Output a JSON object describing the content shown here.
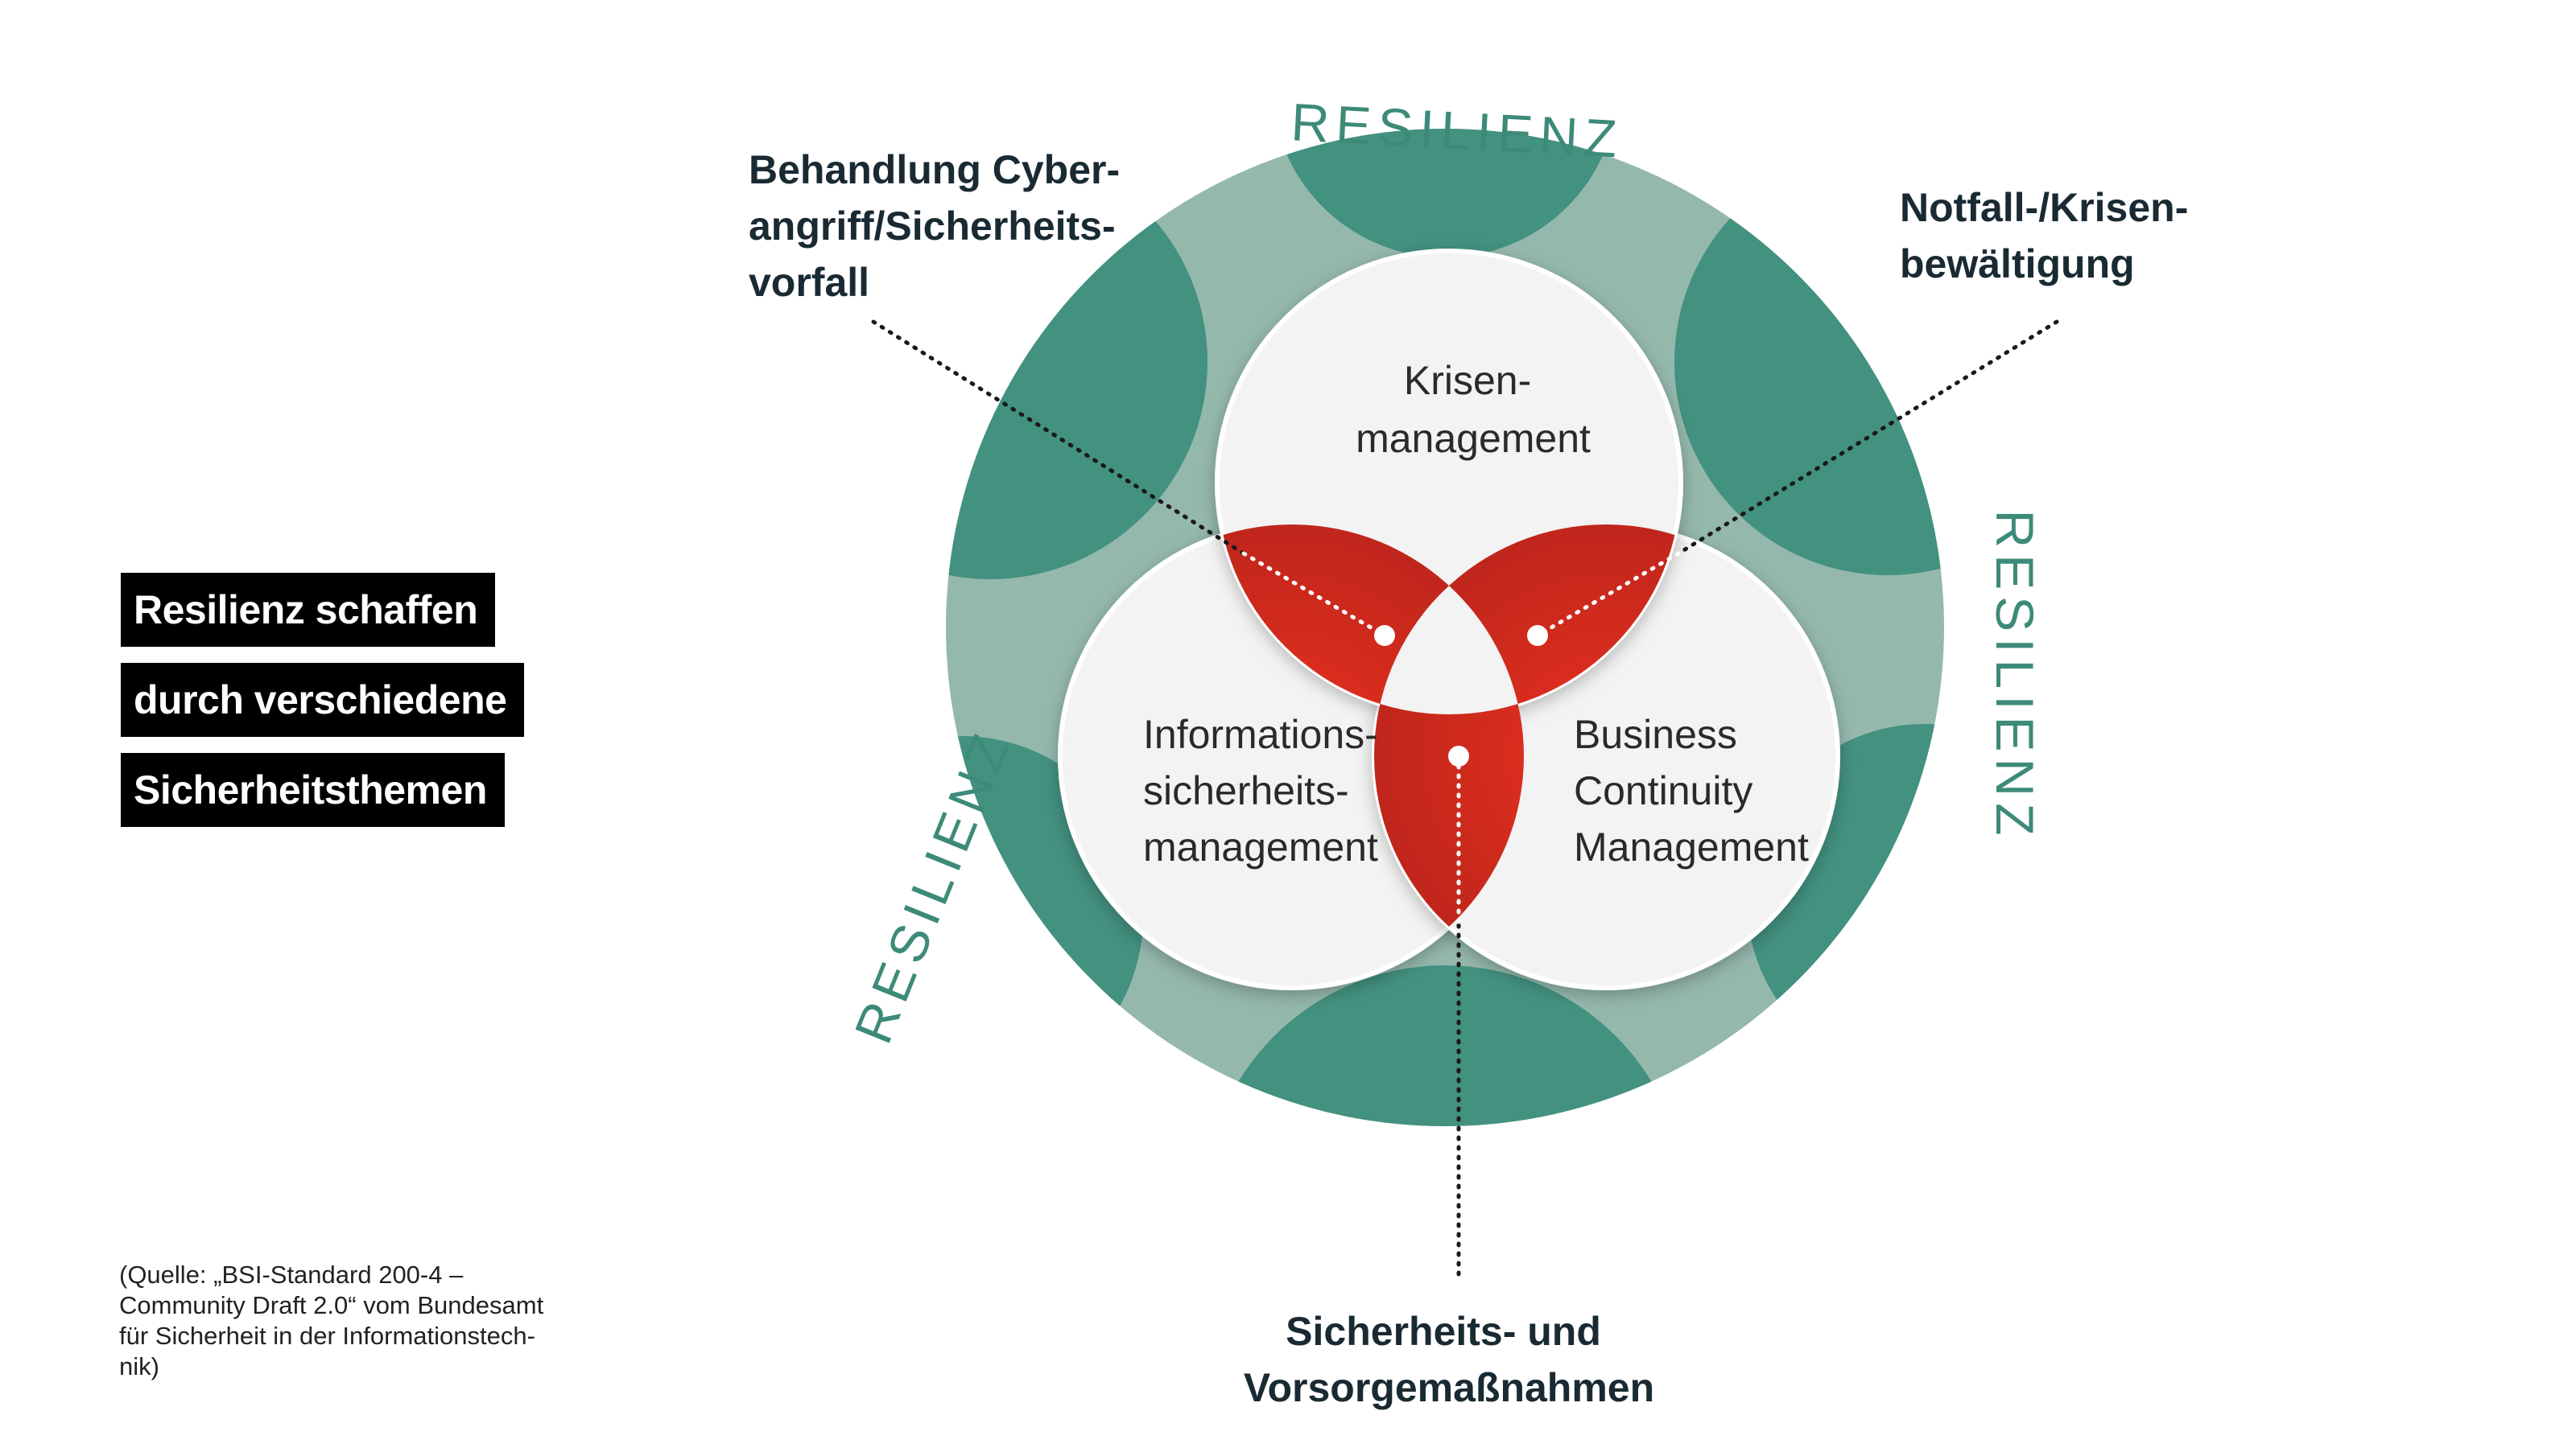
{
  "title_lines": [
    "Resilienz schaffen",
    "durch verschiedene",
    "Sicherheitsthemen"
  ],
  "source": "(Quelle: „BSI-Standard 200-4 – Community Draft 2.0“ vom Bundesamt für Sicherheit in der Informationstech-nik)",
  "ring_label": "RESILIENZ",
  "circles": {
    "top": [
      "Krisen-",
      "management"
    ],
    "left": [
      "Informations-",
      "sicherheits-",
      "management"
    ],
    "right": [
      "Business",
      "Continuity",
      "Management"
    ]
  },
  "callouts": {
    "top_left": [
      "Behandlung Cyber-",
      "angriff/Sicherheits-",
      "vorfall"
    ],
    "top_right": [
      "Notfall-/Krisen-",
      "bewältigung"
    ],
    "bottom": [
      "Sicherheits- und",
      "Vorsorgemaßnahmen"
    ]
  },
  "colors": {
    "ring_dark": "#43917f",
    "ring_light": "#95b8ad",
    "accent_red": "#d42a1e",
    "circle_fill": "#f2f3f2"
  }
}
